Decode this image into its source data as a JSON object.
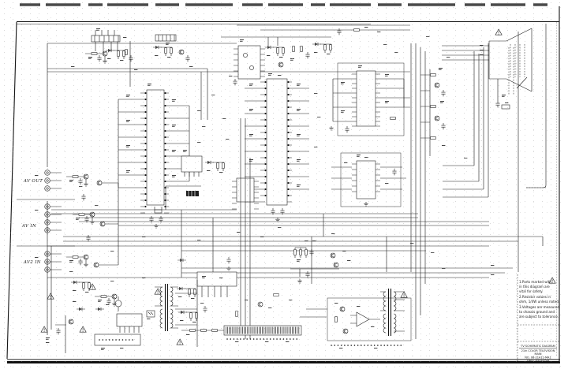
{
  "connectors": {
    "av_out_label": "AV OUT",
    "av_in_label": "AV IN",
    "av2_in_label": "AV2 IN"
  },
  "notes": {
    "line1": "1.Parts marked with",
    "line2": "  in this diagram are",
    "line3": "  vital for safety.",
    "line4": "2.Resistor values in",
    "line5": "  ohm, 1/4W unless noted.",
    "line6": "3.Voltages are measured",
    "line7": "  to chassis ground and",
    "line8": "  are subject to tolerance."
  },
  "title_block": {
    "row1": "TV SCHEMATIC DIAGRAM",
    "row2": "21in COLOR TELEVISION",
    "row3": "MAIN",
    "row4": "NO.   08-21A11-MA1",
    "row5": "DATE   2003-05-6"
  },
  "colors": {
    "ink": "#1d1d1d",
    "paper": "#ffffff"
  }
}
